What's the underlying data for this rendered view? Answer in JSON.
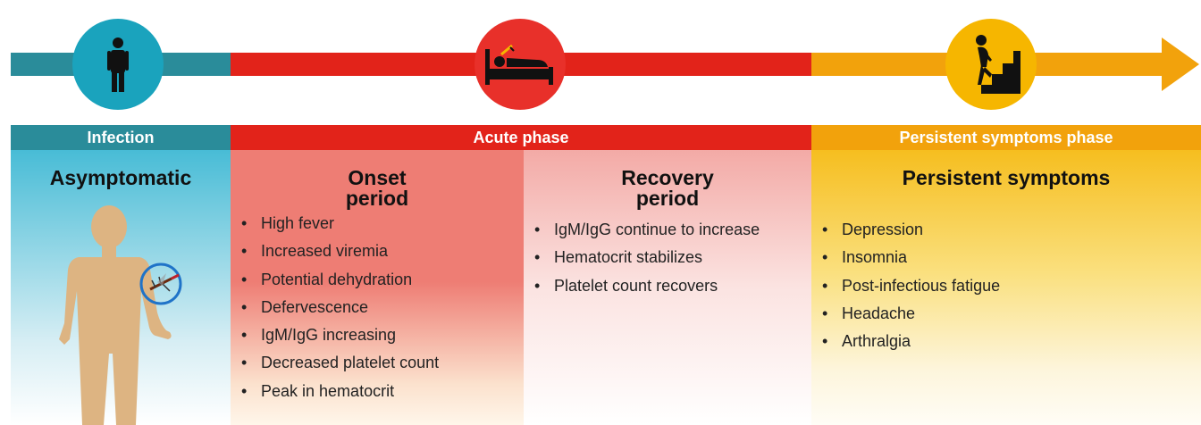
{
  "colors": {
    "infection": "#2a8c9a",
    "acute": "#e2231a",
    "persistent": "#f2a20c",
    "teal_circle": "#1aa3bd",
    "red_circle": "#e8302a",
    "yellow_circle": "#f6b600"
  },
  "icons": {
    "infection": "standing-person-icon",
    "acute": "person-in-bed-icon",
    "persistent": "person-climbing-stairs-icon"
  },
  "phases": {
    "infection": "Infection",
    "acute": "Acute phase",
    "persistent": "Persistent symptoms phase"
  },
  "asymptomatic": {
    "heading": "Asymptomatic"
  },
  "onset": {
    "heading_line1": "Onset",
    "heading_line2": "period",
    "items": [
      "High fever",
      "Increased viremia",
      "Potential dehydration",
      "Defervescence",
      "IgM/IgG increasing",
      "Decreased platelet count",
      "Peak in hematocrit"
    ]
  },
  "recovery": {
    "heading_line1": "Recovery",
    "heading_line2": "period",
    "items": [
      "IgM/IgG continue to increase",
      "Hematocrit stabilizes",
      "Platelet count recovers"
    ]
  },
  "persistent": {
    "heading": "Persistent symptoms",
    "items": [
      "Depression",
      "Insomnia",
      "Post-infectious fatigue",
      "Headache",
      "Arthralgia"
    ]
  }
}
